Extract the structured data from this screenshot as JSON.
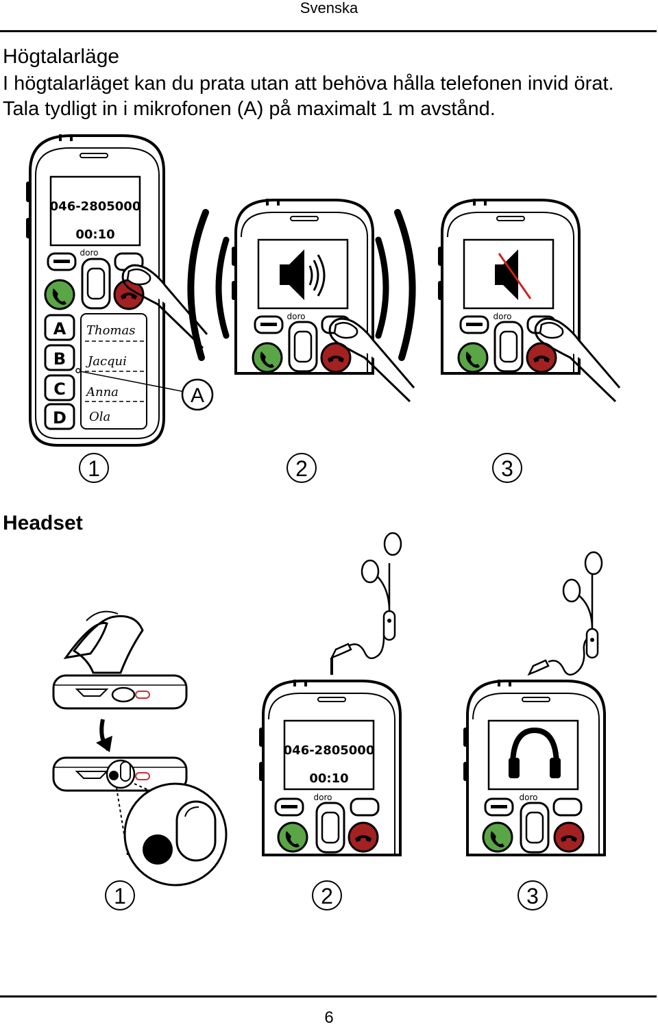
{
  "header": {
    "language": "Svenska"
  },
  "speaker_section": {
    "title": "Högtalarläge",
    "line1": "I högtalarläget kan du prata utan att behöva hålla telefonen invid örat.",
    "line2": "Tala tydligt in i mikrofonen (A) på maximalt 1 m avstånd.",
    "phone_display_number": "046-2805000",
    "phone_display_time": "00:10",
    "brand": "doro",
    "memory_keys": [
      "A",
      "B",
      "C",
      "D"
    ],
    "contacts": [
      "Thomas",
      "Jacqui",
      "Anna",
      "Ola"
    ],
    "mic_label": "A",
    "steps": [
      "1",
      "2",
      "3"
    ]
  },
  "headset_section": {
    "title": "Headset",
    "phone_display_number": "046-2805000",
    "phone_display_time": "00:10",
    "brand": "doro",
    "steps": [
      "1",
      "2",
      "3"
    ]
  },
  "footer": {
    "page_number": "6"
  },
  "colors": {
    "green": "#5aa545",
    "red": "#a42121",
    "text": "#000000"
  }
}
